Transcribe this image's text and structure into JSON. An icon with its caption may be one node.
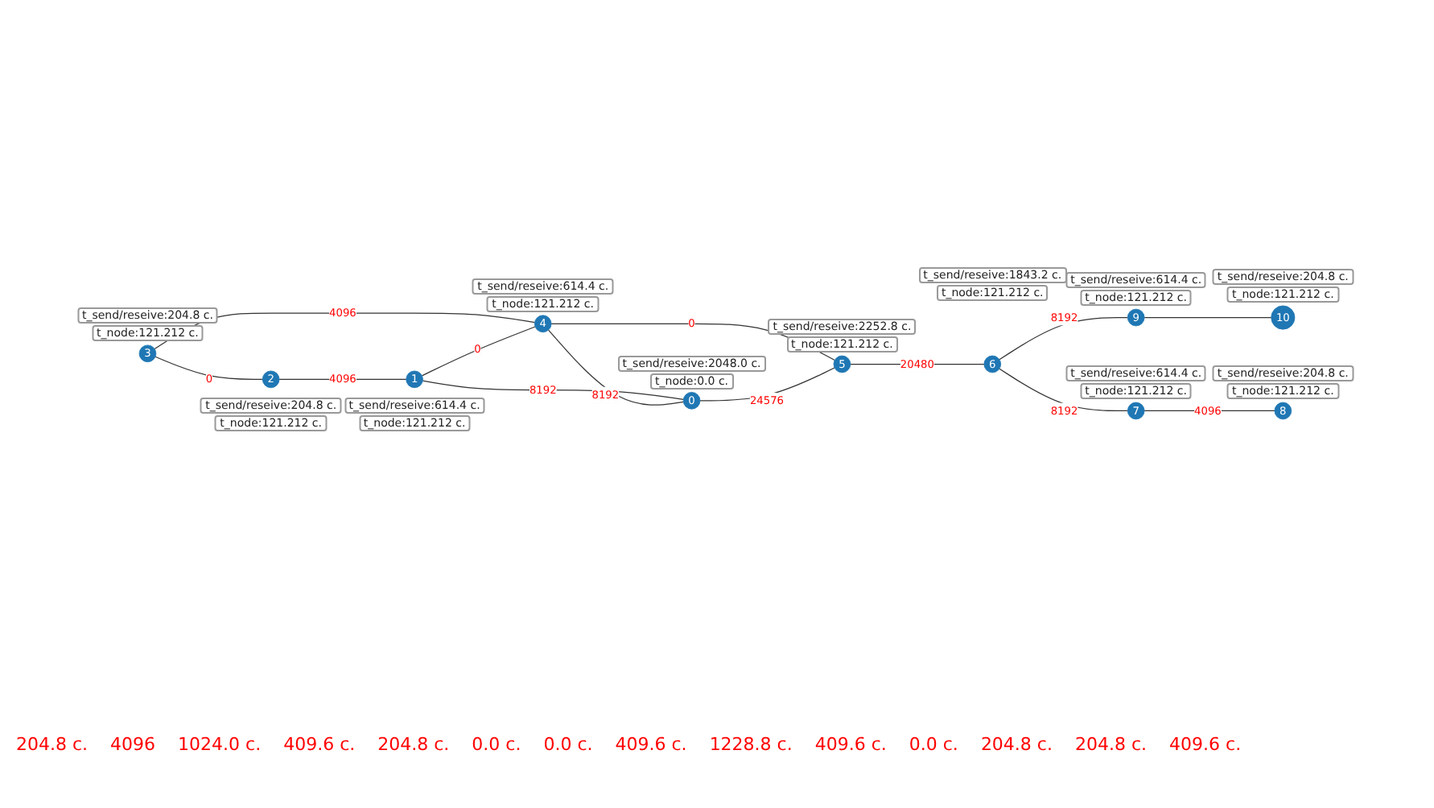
{
  "diagram": {
    "nodes": [
      {
        "text": [
          "0"
        ],
        "beside": [
          "t_send/reseive:2048.0 c.",
          "t_node:0.0 c."
        ]
      },
      {
        "text": [
          "1"
        ],
        "beside": [
          "t_send/reseive:614.4 c.",
          "t_node:121.212 c."
        ]
      },
      {
        "text": [
          "2"
        ],
        "beside": [
          "t_send/reseive:204.8 c.",
          "t_node:121.212 c."
        ]
      },
      {
        "text": [
          "3"
        ],
        "beside": [
          "t_send/reseive:204.8 c.",
          "t_node:121.212 c."
        ]
      },
      {
        "text": [
          "4"
        ],
        "beside": [
          "t_send/reseive:614.4 c.",
          "t_node:121.212 c."
        ]
      },
      {
        "text": [
          "5"
        ],
        "beside": [
          "t_send/reseive:2252.8 c.",
          "t_node:121.212 c."
        ]
      },
      {
        "text": [
          "6"
        ],
        "beside": [
          "t_send/reseive:1843.2 c.",
          "t_node:121.212 c."
        ]
      },
      {
        "text": [
          "7"
        ],
        "beside": [
          "t_send/reseive:614.4 c.",
          "t_node:121.212 c."
        ]
      },
      {
        "text": [
          "8"
        ],
        "beside": [
          "t_send/reseive:204.8 c.",
          "t_node:121.212 c."
        ]
      },
      {
        "text": [
          "9"
        ],
        "beside": [
          "t_send/reseive:614.4 c.",
          "t_node:121.212 c."
        ]
      },
      {
        "text": [
          "10"
        ],
        "beside": [
          "t_send/reseive:204.8 c.",
          "t_node:121.212 c."
        ]
      }
    ],
    "edges": [
      {
        "from": 3,
        "to": 2,
        "arrow": "none",
        "label": "0"
      },
      {
        "from": 3,
        "to": 4,
        "arrow": "none",
        "label": "4096"
      },
      {
        "from": 2,
        "to": 1,
        "arrow": "none",
        "label": "4096"
      },
      {
        "from": 1,
        "to": 4,
        "arrow": "none",
        "label": "0"
      },
      {
        "from": 1,
        "to": 0,
        "arrow": "none",
        "label": "8192"
      },
      {
        "from": 4,
        "to": 0,
        "arrow": "none",
        "label": "8192"
      },
      {
        "from": 4,
        "to": 5,
        "arrow": "none",
        "label": "0"
      },
      {
        "from": 0,
        "to": 5,
        "arrow": "none",
        "label": "24576"
      },
      {
        "from": 5,
        "to": 6,
        "arrow": "none",
        "label": "20480"
      },
      {
        "from": 6,
        "to": 9,
        "arrow": "none",
        "label": "8192"
      },
      {
        "from": 9,
        "to": 10,
        "arrow": "none"
      },
      {
        "from": 6,
        "to": 7,
        "arrow": "none",
        "label": "8192"
      },
      {
        "from": 7,
        "to": 8,
        "arrow": "none",
        "label": "4096"
      }
    ],
    "labels": [
      "204.8 c.",
      "4096",
      "1024.0 c.",
      "409.6 c.",
      "204.8 c.",
      "0.0 c.",
      "0.0 c.",
      "409.6 c.",
      "1228.8 c.",
      "409.6 c.",
      "0.0 c.",
      "204.8 c.",
      "204.8 c.",
      "409.6 c."
    ]
  }
}
